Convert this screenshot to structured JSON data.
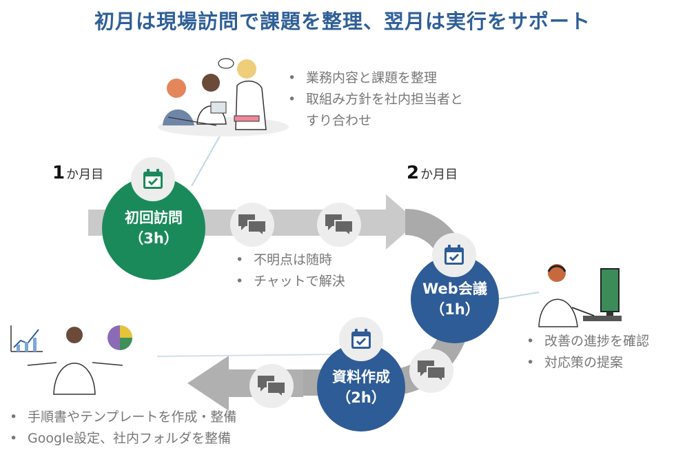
{
  "title": "初月は現場訪問で課題を整理、翌月は実行をサポート",
  "months": {
    "first": {
      "num": "1",
      "suffix": "か月目"
    },
    "second": {
      "num": "2",
      "suffix": "か月目"
    }
  },
  "steps": {
    "visit": {
      "label": "初回訪問",
      "duration": "（3h）"
    },
    "web": {
      "label": "Web会議",
      "duration": "（1h）"
    },
    "docs": {
      "label": "資料作成",
      "duration": "（2h）"
    }
  },
  "bullets": {
    "visit": [
      "業務内容と課題を整理",
      "取組み方針を社内担当者と",
      "すり合わせ"
    ],
    "chat": [
      "不明点は随時",
      "チャットで解決"
    ],
    "web": [
      "改善の進捗を確認",
      "対応策の提案"
    ],
    "docs": [
      "手順書やテンプレートを作成・整備",
      "Google設定、社内フォルダを整備"
    ]
  },
  "colors": {
    "title": "#2f5f98",
    "green": "#1a8a5a",
    "navy": "#2e5c96",
    "arrow": "#c9c9c9",
    "arrow_dark": "#a8a8a8",
    "badge": "#ededed",
    "icon": "#666666"
  },
  "icons": {
    "calendar": "calendar-check-icon",
    "chat": "chat-bubbles-icon",
    "meeting": "meeting-people-illustration",
    "operator": "headset-operator-illustration",
    "presenter": "presenter-charts-illustration"
  }
}
